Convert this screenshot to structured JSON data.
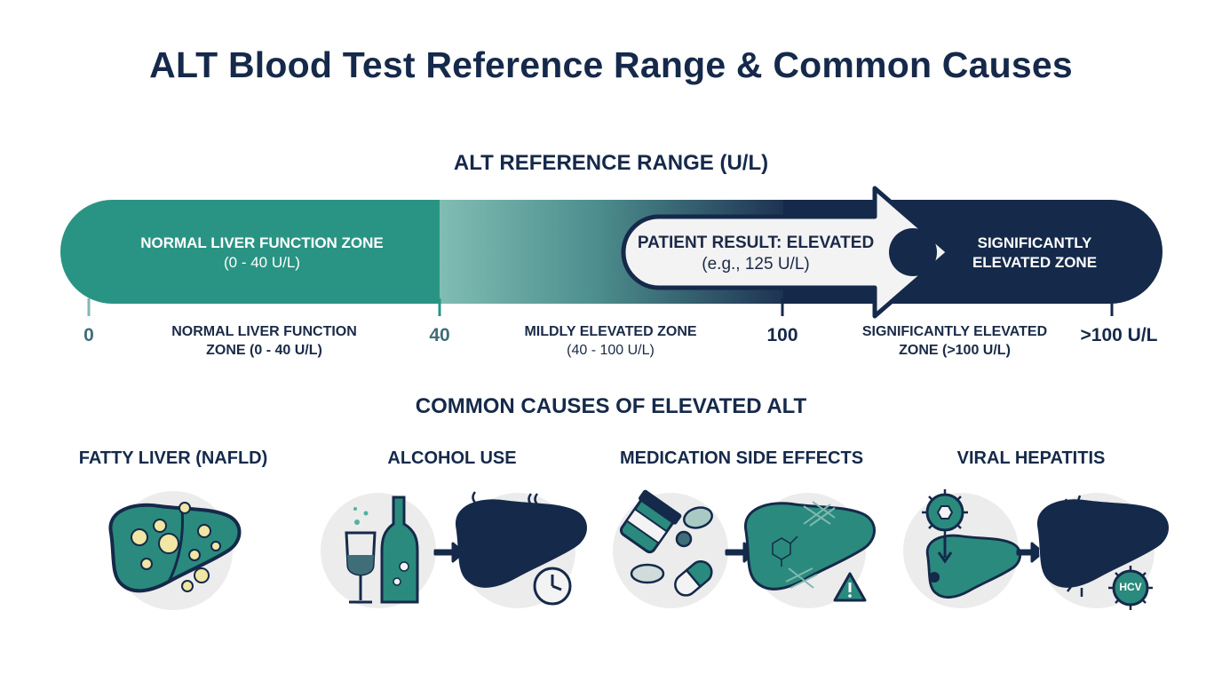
{
  "title": "ALT Blood Test Reference Range & Common Causes",
  "range_section": {
    "heading": "ALT REFERENCE RANGE (U/L)",
    "bar": {
      "normal_zone": [
        "NORMAL LIVER FUNCTION ZONE",
        "(0 - 40 U/L)"
      ],
      "significant_zone": [
        "SIGNIFICANTLY",
        "ELEVATED ZONE"
      ],
      "patient_callout": [
        "PATIENT RESULT: ELEVATED",
        "(e.g., 125 U/L)"
      ]
    },
    "ticks": [
      "0",
      "40",
      "100",
      ">100 U/L"
    ],
    "zones": [
      [
        "NORMAL LIVER FUNCTION",
        "ZONE (0 - 40 U/L)"
      ],
      [
        "MILDLY ELEVATED ZONE",
        "(40 - 100 U/L)"
      ],
      [
        "SIGNIFICANTLY ELEVATED",
        "ZONE (>100 U/L)"
      ]
    ]
  },
  "causes_section": {
    "heading": "COMMON CAUSES OF ELEVATED ALT",
    "causes": [
      {
        "title": "FATTY LIVER (NAFLD)",
        "icon": "fatty-liver-icon"
      },
      {
        "title": "ALCOHOL USE",
        "icon": "alcohol-liver-icon"
      },
      {
        "title": "MEDICATION SIDE EFFECTS",
        "icon": "medication-liver-icon"
      },
      {
        "title": "VIRAL HEPATITIS",
        "icon": "virus-liver-icon",
        "badge": "HCV"
      }
    ]
  },
  "colors": {
    "teal": "#2a9484",
    "navy": "#15294a",
    "light_gray": "#ececec"
  }
}
